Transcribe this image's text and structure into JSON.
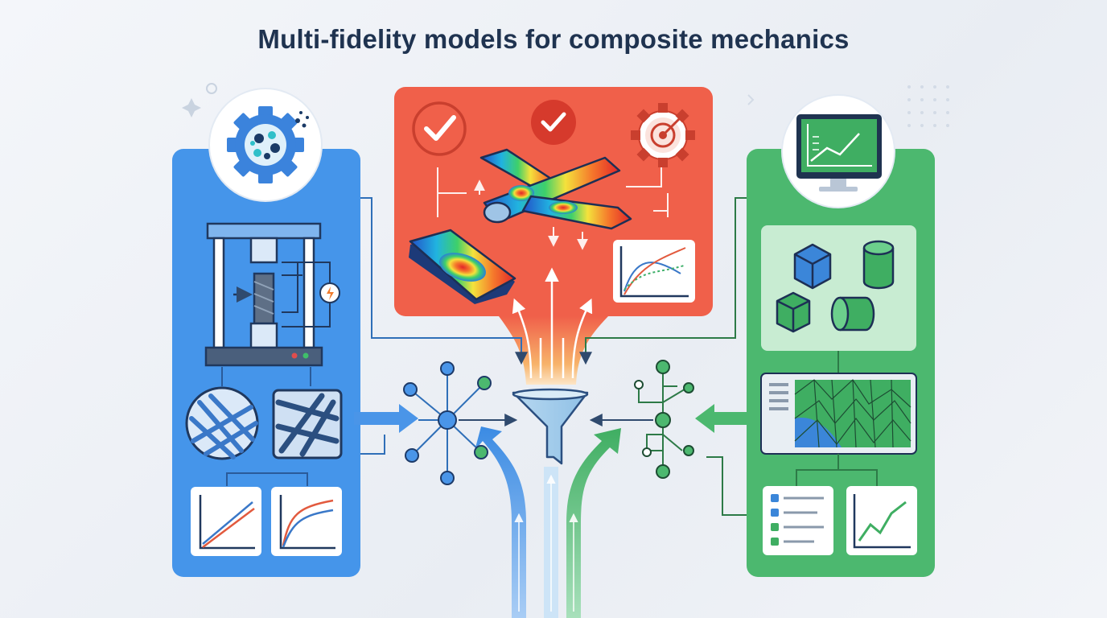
{
  "title": "Multi-fidelity models for composite mechanics",
  "colors": {
    "left_panel": "#3f8fe6",
    "center_panel": "#f0604a",
    "right_panel": "#46b66b",
    "title": "#1f3350",
    "background": "#eef2f7"
  },
  "panels": {
    "left": {
      "theme": "experimental-low-fidelity",
      "icons": [
        "gear-particles-icon",
        "tensile-test-machine-icon",
        "fiber-cross-section-icon",
        "woven-microstructure-icon",
        "linear-chart-icon",
        "nonlinear-chart-icon"
      ]
    },
    "center": {
      "theme": "high-fidelity-simulation",
      "icons": [
        "check-icon",
        "check-badge-icon",
        "gear-target-icon",
        "aircraft-stress-icon",
        "plate-stress-icon",
        "curve-fit-chart-icon"
      ]
    },
    "right": {
      "theme": "computational-data",
      "icons": [
        "monitor-chart-icon",
        "cube-icon",
        "cylinder-icon",
        "mesh-screen-icon",
        "checklist-icon",
        "trend-chart-icon"
      ]
    }
  },
  "flow": {
    "fusion": "funnel-icon",
    "networks": [
      "left-neural-network-icon",
      "right-neural-network-icon"
    ]
  }
}
